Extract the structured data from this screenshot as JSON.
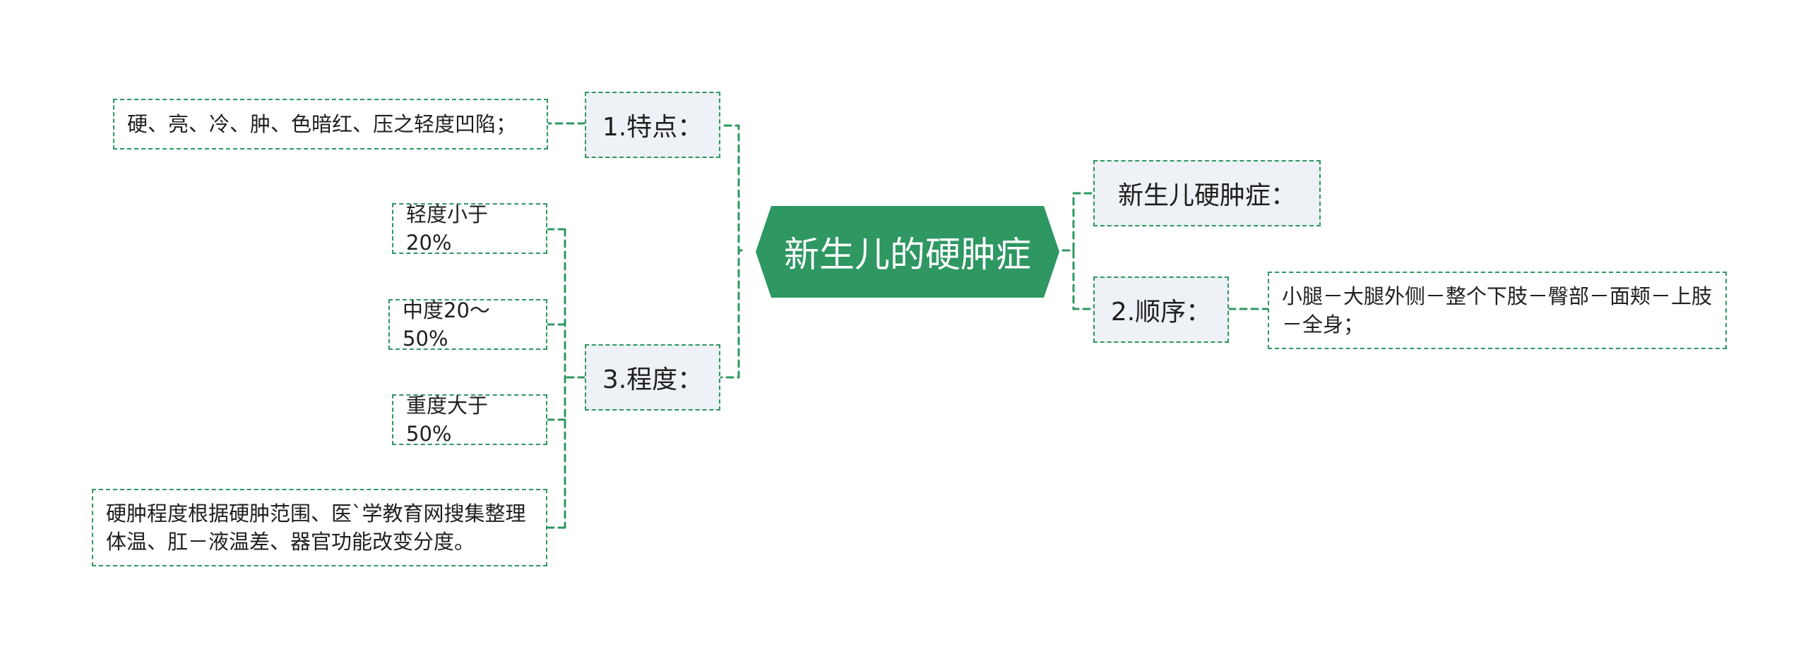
{
  "root": {
    "label": "新生儿的硬肿症"
  },
  "branches": {
    "features": {
      "label": "1.特点：",
      "detail": "硬、亮、冷、肿、色暗红、压之轻度凹陷；"
    },
    "degree": {
      "label": "3.程度：",
      "mild": "轻度小于20%",
      "moderate": "中度20～50%",
      "severe": "重度大于50%",
      "note": "硬肿程度根据硬肿范围、医`学教育网搜集整理体温、肛－液温差、器官功能改变分度。"
    },
    "definition": {
      "label": "新生儿硬肿症："
    },
    "order": {
      "label": "2.顺序：",
      "detail": "小腿－大腿外侧－整个下肢－臀部－面颊－上肢－全身；"
    }
  },
  "colors": {
    "accent": "#2e9762",
    "node_fill": "#eef1f5",
    "root_fill": "#2e9762"
  }
}
